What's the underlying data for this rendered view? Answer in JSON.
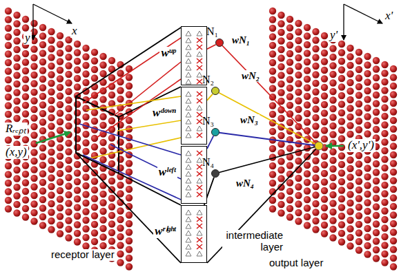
{
  "diagram": {
    "nodes": [
      {
        "text": [
          "wᵘᵖ"
        ]
      },
      {
        "text": [
          "wᵈᵒʷⁿ"
        ]
      },
      {
        "text": [
          "wˡᵉᶠᵗ"
        ]
      },
      {
        "text": [
          "wʳⁱᵍʰᵗ"
        ]
      },
      {
        "text": [
          "N₁"
        ]
      },
      {
        "text": [
          "N₂"
        ]
      },
      {
        "text": [
          "N₃"
        ]
      },
      {
        "text": [
          "N₄"
        ]
      }
    ],
    "edges": [
      {
        "from": 0,
        "to": 4,
        "arrow": "none"
      },
      {
        "from": 1,
        "to": 5,
        "arrow": "none"
      },
      {
        "from": 2,
        "to": 6,
        "arrow": "none"
      },
      {
        "from": 3,
        "to": 7,
        "arrow": "none"
      }
    ],
    "labels": [
      "x",
      "y",
      "x'",
      "y'",
      "Rᵣₑₚₜ",
      "(x,y)",
      "(x',y')",
      "wN₁",
      "wN₂",
      "wN₃",
      "wN₄",
      "receptor layer",
      "intermediate layer",
      "output layer"
    ]
  }
}
